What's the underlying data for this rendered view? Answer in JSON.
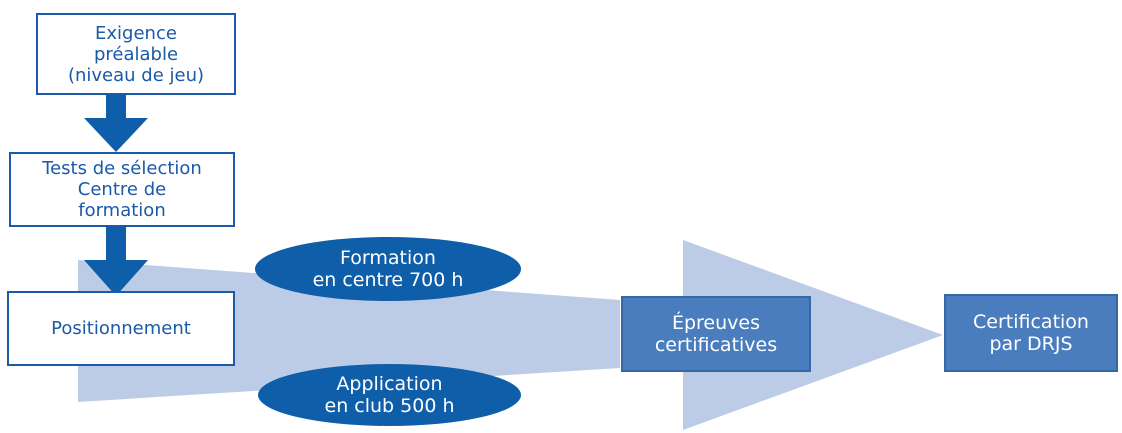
{
  "colors": {
    "dark_blue": "#0e5ea9",
    "box_border": "#1a5aa8",
    "light_blue_arrow": "#bccbe6",
    "mid_blue_box": "#4a7dbd",
    "text_white": "#ffffff"
  },
  "steps": {
    "prerequisite": "Exigence\npréalable\n(niveau de jeu)",
    "selection_tests": "Tests de sélection\nCentre de\nformation",
    "positioning": "Positionnement"
  },
  "training": {
    "center": "Formation\nen centre 700 h",
    "club": "Application\nen club 500 h"
  },
  "outcomes": {
    "exams": "Épreuves\ncertificatives",
    "certification": "Certification\npar DRJS"
  }
}
